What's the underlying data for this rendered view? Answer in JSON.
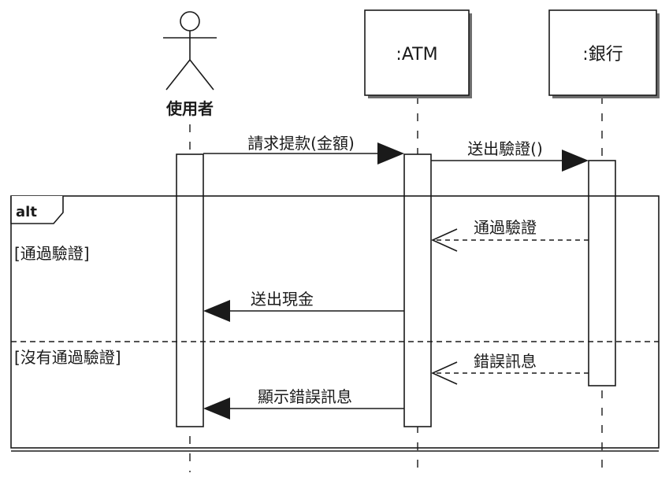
{
  "participants": {
    "user": "使用者",
    "atm": ":ATM",
    "bank": ":銀行"
  },
  "messages": {
    "request_withdraw": "請求提款(金額)",
    "send_verify": "送出驗證()",
    "verify_pass": "通過驗證",
    "send_cash": "送出現金",
    "error_msg": "錯誤訊息",
    "show_error": "顯示錯誤訊息"
  },
  "fragment": {
    "operator": "alt",
    "guard_1": "[通過驗證]",
    "guard_2": "[沒有通過驗證]"
  }
}
